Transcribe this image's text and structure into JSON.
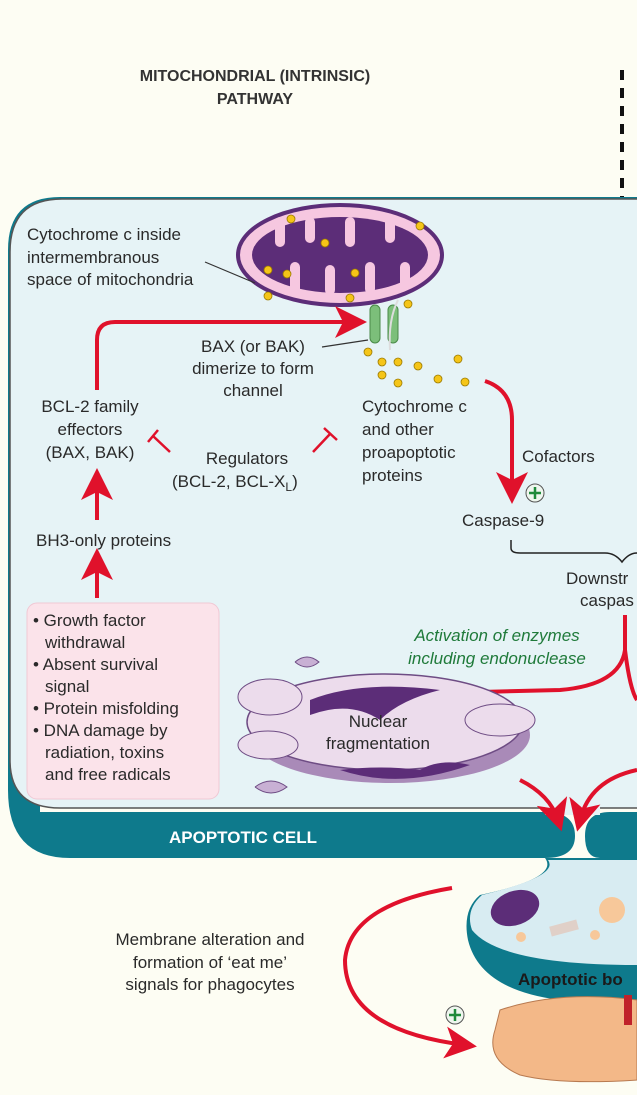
{
  "title": [
    "MITOCHONDRIAL (INTRINSIC)",
    "PATHWAY"
  ],
  "labels": {
    "cytochrome_inside": [
      "Cytochrome c inside",
      "intermembranous",
      "space of mitochondria"
    ],
    "bax_channel": [
      "BAX (or BAK)",
      "dimerize to form",
      "channel"
    ],
    "bcl2_effectors": [
      "BCL-2 family",
      "effectors",
      "(BAX, BAK)"
    ],
    "regulators": [
      "Regulators",
      "(BCL-2, BCL-X",
      "L",
      ")"
    ],
    "cytochrome_released": [
      "Cytochrome c",
      "and other",
      "proapoptotic",
      "proteins"
    ],
    "cofactors": "Cofactors",
    "caspase9": "Caspase-9",
    "bh3": "BH3-only proteins",
    "downstream": [
      "Downstr",
      "caspas"
    ],
    "activation": [
      "Activation of enzymes",
      "including endonuclease"
    ],
    "nuclear": [
      "Nuclear",
      "fragmentation"
    ],
    "apoptotic_cell": "APOPTOTIC CELL",
    "membrane": [
      "Membrane alteration and",
      "formation of ‘eat me’",
      "signals for phagocytes"
    ],
    "apoptotic_body": "Apoptotic bo"
  },
  "triggers": [
    "• Growth factor",
    "withdrawal",
    "• Absent survival",
    "signal",
    "• Protein misfolding",
    "• DNA damage by",
    "radiation, toxins",
    "and free radicals"
  ],
  "colors": {
    "arrow": "#e0112b",
    "cell_fill": "#e6f3f6",
    "membrane": "#0e7a8c",
    "trigger_box": "#fbe3ea",
    "mito": "#5c2d78",
    "cytochrome": "#f5c518",
    "channel": "#7cbf7a",
    "green_text": "#1f7a3a"
  }
}
